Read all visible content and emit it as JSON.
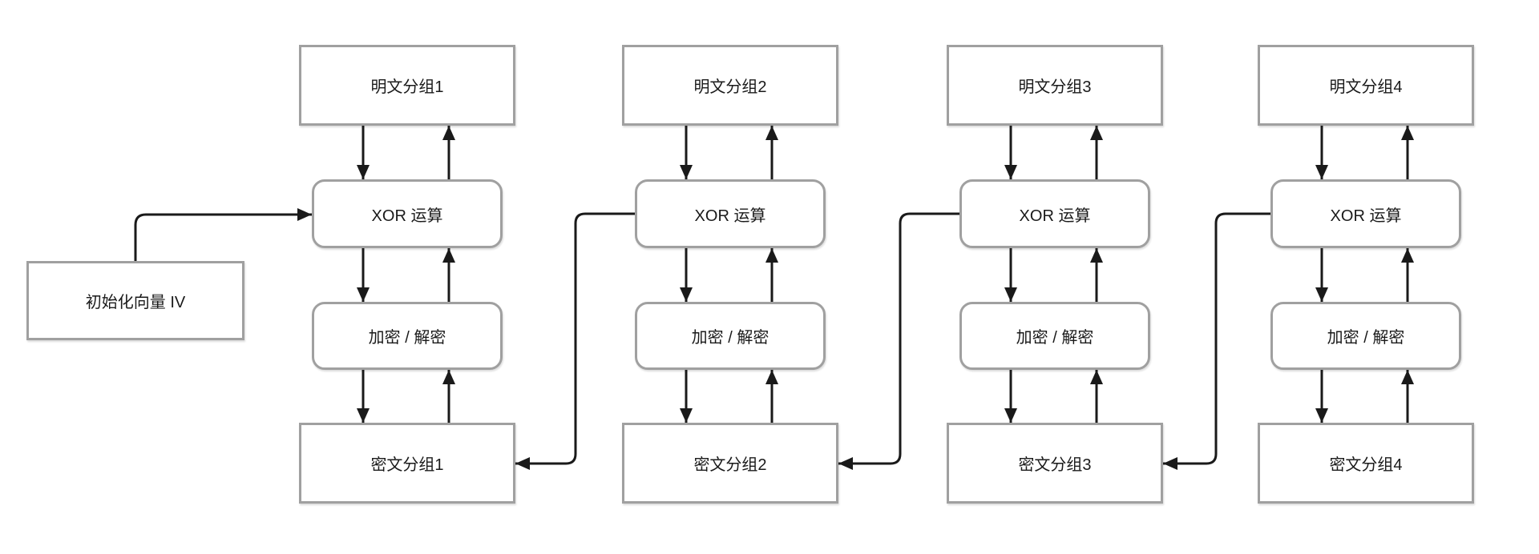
{
  "diagram": {
    "iv": {
      "label": "初始化向量 IV"
    },
    "columns": [
      {
        "plaintext": "明文分组1",
        "xor": "XOR 运算",
        "cipher_op": "加密 / 解密",
        "ciphertext": "密文分组1"
      },
      {
        "plaintext": "明文分组2",
        "xor": "XOR 运算",
        "cipher_op": "加密 / 解密",
        "ciphertext": "密文分组2"
      },
      {
        "plaintext": "明文分组3",
        "xor": "XOR 运算",
        "cipher_op": "加密 / 解密",
        "ciphertext": "密文分组3"
      },
      {
        "plaintext": "明文分组4",
        "xor": "XOR 运算",
        "cipher_op": "加密 / 解密",
        "ciphertext": "密文分组4"
      }
    ]
  },
  "colors": {
    "background": "#ffffff",
    "box_border": "#a0a0a0",
    "line": "#1a1a1a",
    "text": "#1a1a1a"
  }
}
